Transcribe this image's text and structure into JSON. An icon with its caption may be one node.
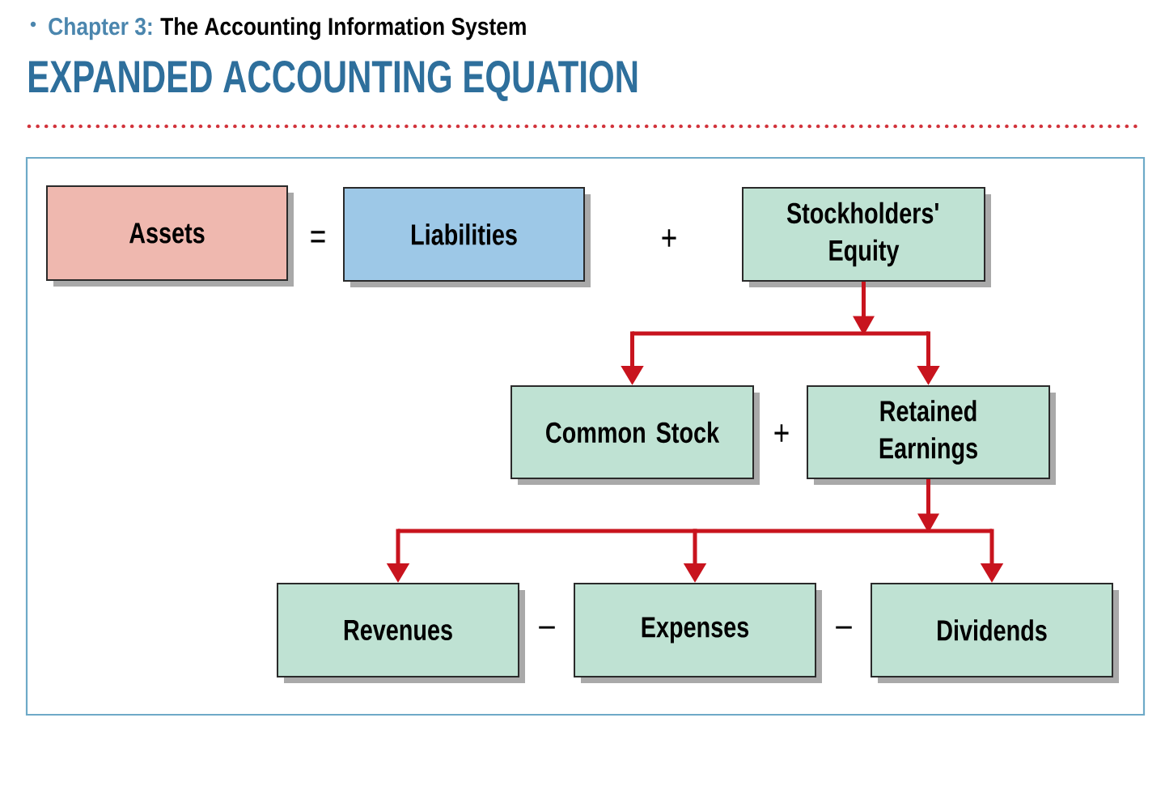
{
  "diagram": {
    "title": "EXPANDED ACCOUNTING EQUATION",
    "nodes": [
      {
        "text": [
          "Assets"
        ]
      },
      {
        "text": [
          "Liabilities"
        ]
      },
      {
        "text": [
          "Stockholders' Equity"
        ]
      },
      {
        "text": [
          "Common Stock"
        ]
      },
      {
        "text": [
          "Retained Earnings"
        ]
      },
      {
        "text": [
          "Revenues"
        ]
      },
      {
        "text": [
          "Expenses"
        ]
      },
      {
        "text": [
          "Dividends"
        ]
      }
    ],
    "edges": [
      {
        "from": 2,
        "to": 3,
        "arrow": "to"
      },
      {
        "from": 2,
        "to": 4,
        "arrow": "to"
      },
      {
        "from": 4,
        "to": 5,
        "arrow": "to"
      },
      {
        "from": 4,
        "to": 6,
        "arrow": "to"
      },
      {
        "from": 4,
        "to": 7,
        "arrow": "to"
      }
    ],
    "labels": [
      "Chapter 3:",
      "The Accounting Information System",
      "=",
      "+",
      "+",
      "–",
      "–"
    ]
  }
}
